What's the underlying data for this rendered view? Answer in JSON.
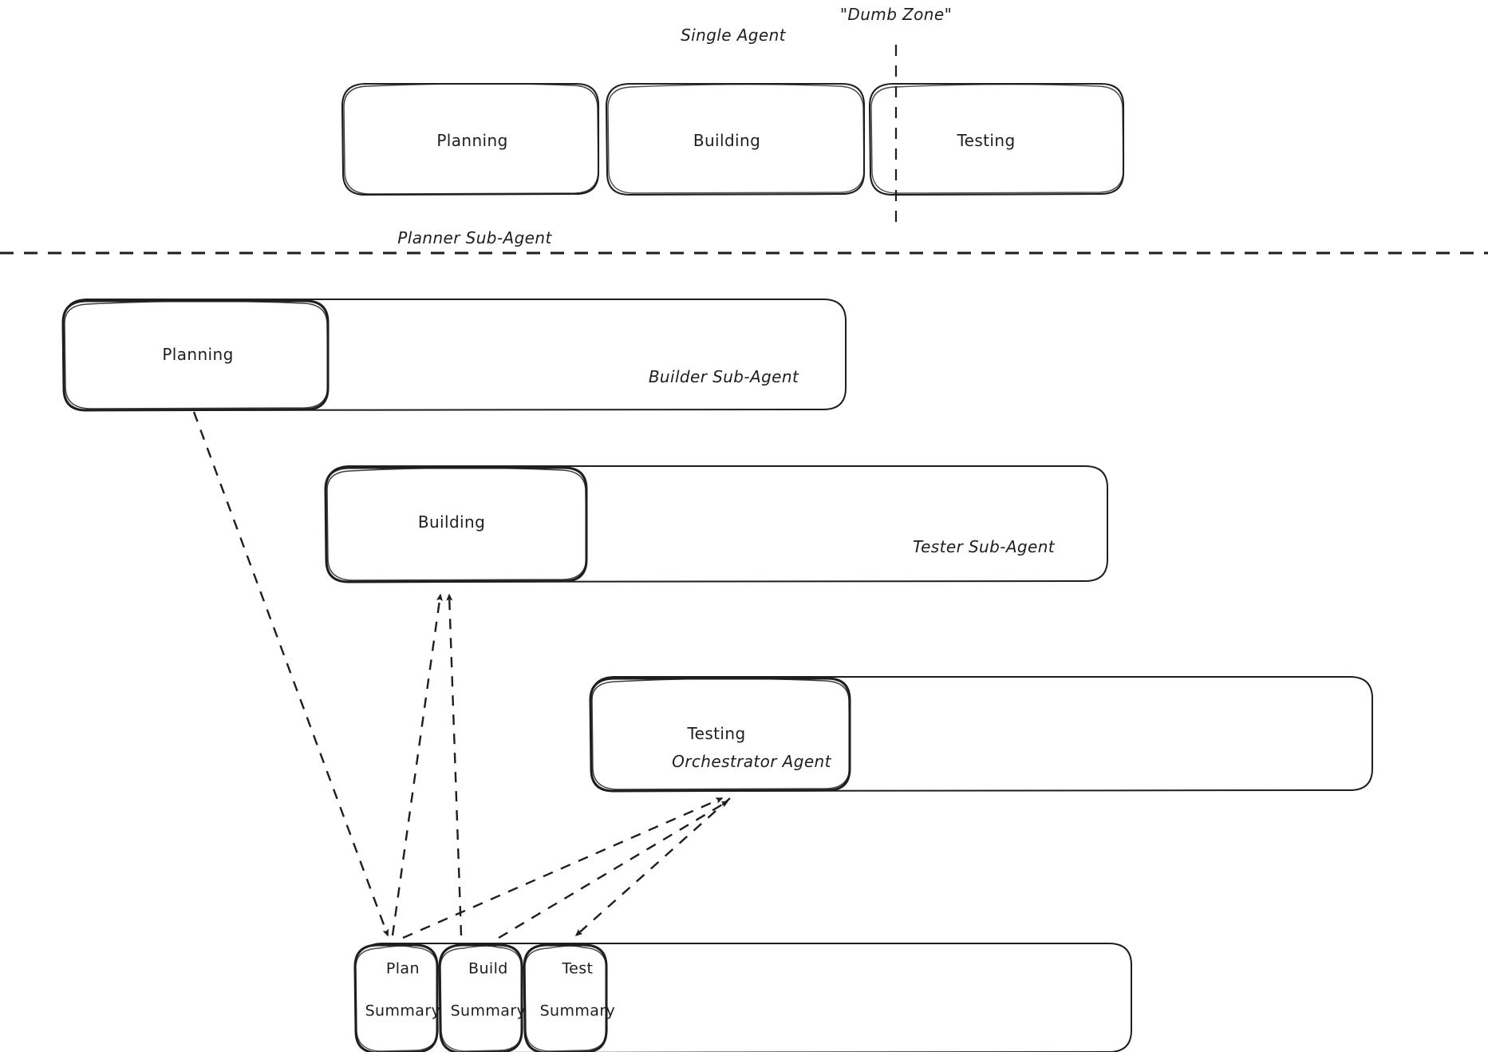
{
  "diagram": {
    "title_top": "Single Agent",
    "dumb_zone_label": "\"Dumb Zone\"",
    "lanes": [
      {
        "id": "single-agent",
        "label": "Single Agent"
      },
      {
        "id": "planner-sub-agent",
        "label": "Planner Sub-Agent"
      },
      {
        "id": "builder-sub-agent",
        "label": "Builder Sub-Agent"
      },
      {
        "id": "tester-sub-agent",
        "label": "Tester Sub-Agent"
      },
      {
        "id": "orchestrator-agent",
        "label": "Orchestrator Agent"
      }
    ],
    "single_agent_phases": [
      {
        "id": "planning",
        "label": "Planning"
      },
      {
        "id": "building",
        "label": "Building"
      },
      {
        "id": "testing",
        "label": "Testing"
      }
    ],
    "sub_agent_tasks": [
      {
        "id": "planner-planning",
        "label": "Planning"
      },
      {
        "id": "builder-building",
        "label": "Building"
      },
      {
        "id": "tester-testing",
        "label": "Testing"
      }
    ],
    "orchestrator_summaries": [
      {
        "id": "plan-summary",
        "line1": "Plan",
        "line2": "Summary"
      },
      {
        "id": "build-summary",
        "line1": "Build",
        "line2": "Summary"
      },
      {
        "id": "test-summary",
        "line1": "Test",
        "line2": "Summary"
      }
    ],
    "colors": {
      "stroke": "#1e1e1e",
      "background": "#ffffff",
      "text": "#1e1e1e"
    }
  }
}
